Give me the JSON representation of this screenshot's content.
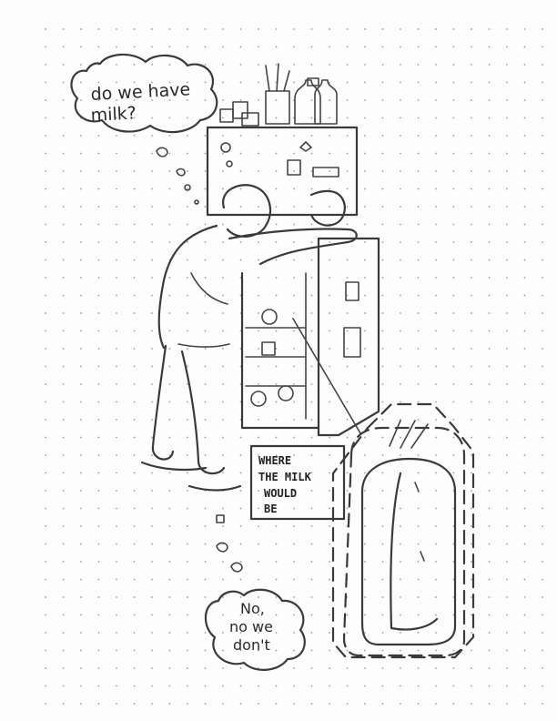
{
  "speech_top": {
    "line1": "do we have",
    "line2": "milk?"
  },
  "speech_bottom": {
    "line1": "No,",
    "line2": "no we",
    "line3": "don't"
  },
  "sign": {
    "line1": "WHERE",
    "line2": "THE MILK",
    "line3": "WOULD",
    "line4": "BE"
  },
  "colors": {
    "ink": "#3a3a3a",
    "paper": "#fdfdfd",
    "dot": "#9a9a9a"
  }
}
